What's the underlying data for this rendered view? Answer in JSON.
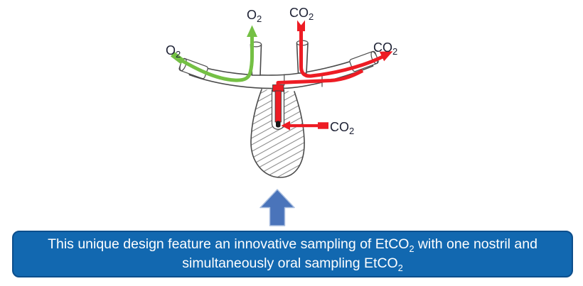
{
  "colors": {
    "o2_green": "#74c044",
    "co2_red": "#ed1c24",
    "outline": "#4a4a4a",
    "label_text": "#1c2033",
    "pointer_blue": "#4a74ba",
    "pointer_blue_edge": "#a9bedf",
    "banner_bg": "#1268b0",
    "banner_border": "#0c4e8c",
    "banner_text": "#ffffff"
  },
  "diagram": {
    "labels": {
      "o2_left": {
        "base": "O",
        "sub": "2"
      },
      "o2_top": {
        "base": "O",
        "sub": "2"
      },
      "co2_top": {
        "base": "CO",
        "sub": "2"
      },
      "co2_right": {
        "base": "CO",
        "sub": "2"
      },
      "co2_oral": {
        "base": "CO",
        "sub": "2"
      }
    }
  },
  "banner": {
    "line1": {
      "pre": "This unique design feature an innovative sampling of EtCO",
      "sub": "2",
      "post": " with one nostril and"
    },
    "line2": {
      "pre": "simultaneously oral sampling EtCO",
      "sub": "2",
      "post": ""
    }
  }
}
